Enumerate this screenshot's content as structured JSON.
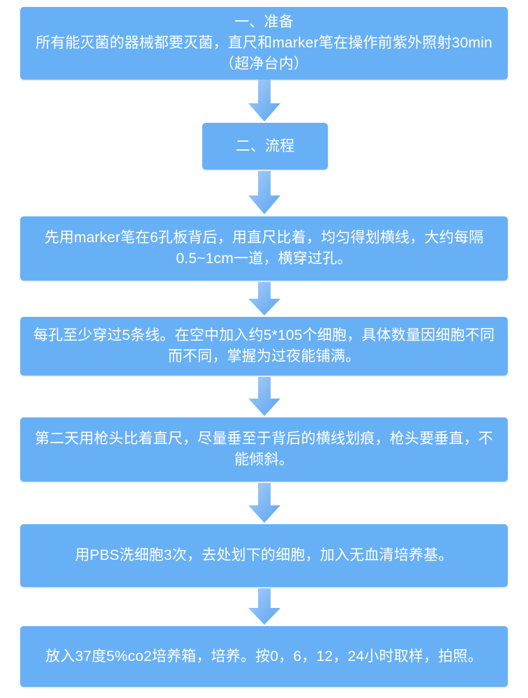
{
  "diagram": {
    "title_sequence": [
      "一、准备",
      "二、流程"
    ],
    "background_color": "#ffffff",
    "node_color": "#68b0f5",
    "node_text_color": "#ffffff",
    "arrow_color_light": "#a8cef8",
    "arrow_color_dark": "#5aa4f0",
    "nodes": [
      {
        "id": "prepare",
        "text": "一、准备\n所有能灭菌的器械都要灭菌，直尺和marker笔在操作前紫外照射30min（超净台内）"
      },
      {
        "id": "process",
        "text": "二、流程"
      },
      {
        "id": "step1",
        "text": "先用marker笔在6孔板背后，用直尺比着，均匀得划横线，大约每隔0.5~1cm一道，横穿过孔。"
      },
      {
        "id": "step2",
        "text": "每孔至少穿过5条线。在空中加入约5*105个细胞，具体数量因细胞不同而不同，掌握为过夜能铺满。"
      },
      {
        "id": "step3",
        "text": "第二天用枪头比着直尺，尽量垂至于背后的横线划痕，枪头要垂直，不能倾斜。"
      },
      {
        "id": "step4",
        "text": "用PBS洗细胞3次，去处划下的细胞，加入无血清培养基。"
      },
      {
        "id": "step5",
        "text": "放入37度5%co2培养箱，培养。按0，6，12，24小时取样，拍照。"
      }
    ],
    "connectors": [
      {
        "id": "arrow-1",
        "from": "prepare",
        "to": "process",
        "shape": "down-arrow"
      },
      {
        "id": "arrow-2",
        "from": "process",
        "to": "step1",
        "shape": "down-arrow"
      },
      {
        "id": "arrow-3",
        "from": "step1",
        "to": "step2",
        "shape": "down-arrow"
      },
      {
        "id": "arrow-4",
        "from": "step2",
        "to": "step3",
        "shape": "down-arrow"
      },
      {
        "id": "arrow-5",
        "from": "step3",
        "to": "step4",
        "shape": "down-arrow"
      },
      {
        "id": "arrow-6",
        "from": "step4",
        "to": "step5",
        "shape": "down-arrow"
      }
    ]
  }
}
